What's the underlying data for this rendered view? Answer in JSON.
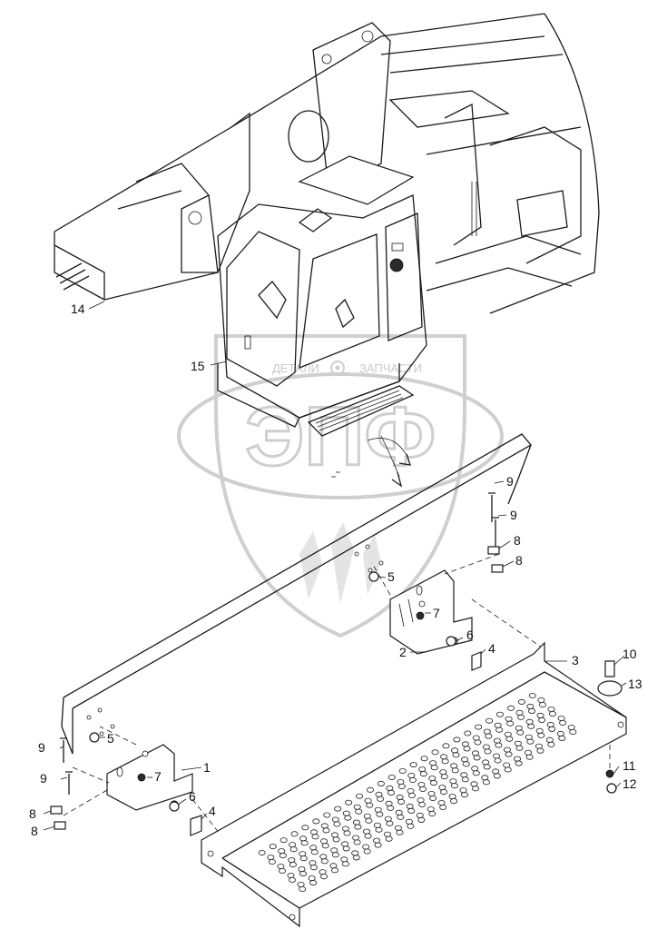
{
  "watermark": {
    "brand": "ЭПФ",
    "caption_left": "ДЕТАЛИ",
    "caption_right": "ЗАПЧАСТИ"
  },
  "callouts": {
    "c14": "14",
    "c15": "15",
    "c9a": "9",
    "c9b": "9",
    "c8a": "8",
    "c8b": "8",
    "c5a": "5",
    "c7a": "7",
    "c2": "2",
    "c6a": "6",
    "c4a": "4",
    "c3": "3",
    "c10": "10",
    "c13": "13",
    "c9c": "9",
    "c5b": "5",
    "c1": "1",
    "c9d": "9",
    "c7b": "7",
    "c6b": "6",
    "c8c": "8",
    "c4b": "4",
    "c8d": "8",
    "c11": "11",
    "c12": "12"
  },
  "icons": {
    "gear": "gear-icon"
  }
}
